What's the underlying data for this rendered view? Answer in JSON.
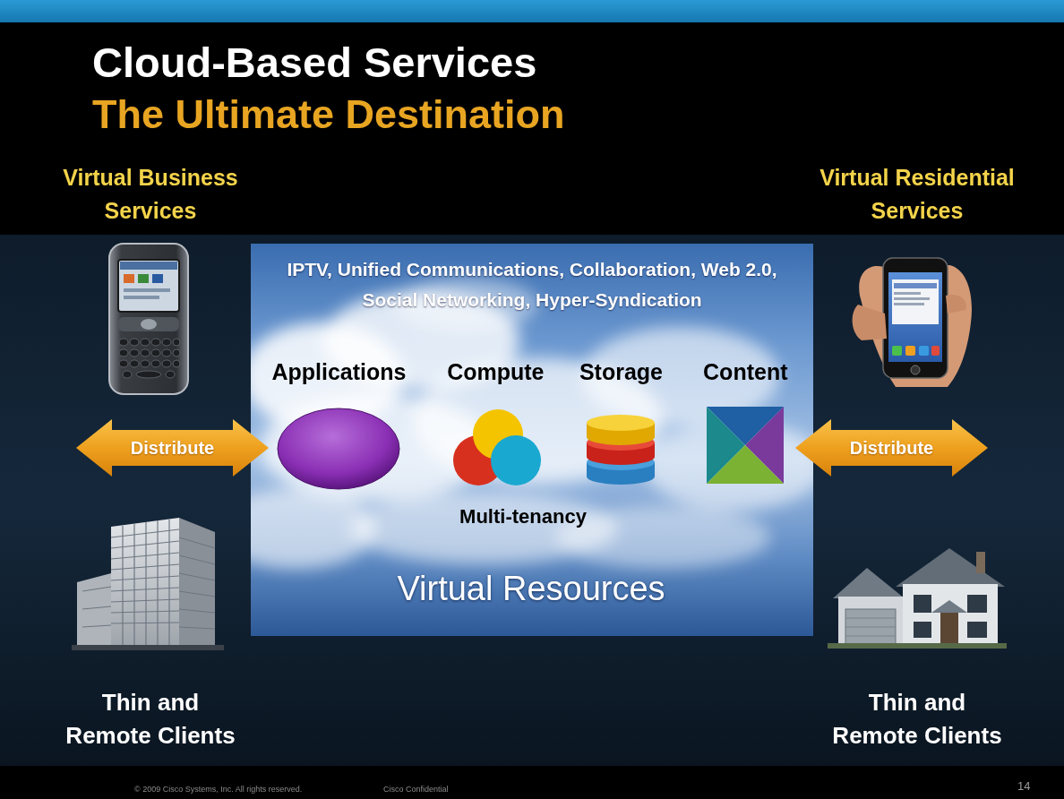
{
  "diagram": {
    "title": "Cloud-Based Services",
    "nodes": [
      {
        "text": [
          "IPTV, Unified Communications, Collaboration, Web 2.0, Social Networking, Hyper-Syndication",
          "Multi-tenancy",
          "Virtual Resources"
        ]
      },
      {
        "text": [
          "Applications"
        ],
        "in": 0
      },
      {
        "text": [
          "Compute"
        ],
        "in": 0
      },
      {
        "text": [
          "Storage"
        ],
        "in": 0
      },
      {
        "text": [
          "Content"
        ],
        "in": 0
      },
      {
        "text": [
          "Distribute"
        ]
      },
      {
        "text": [
          "Distribute"
        ]
      }
    ],
    "labels": [
      "The Ultimate Destination",
      "Virtual Business Services",
      "Virtual Residential Services",
      "Thin and Remote Clients",
      "Thin and Remote Clients",
      "© 2009 Cisco Systems, Inc. All rights reserved.",
      "Cisco Confidential",
      "14"
    ]
  }
}
